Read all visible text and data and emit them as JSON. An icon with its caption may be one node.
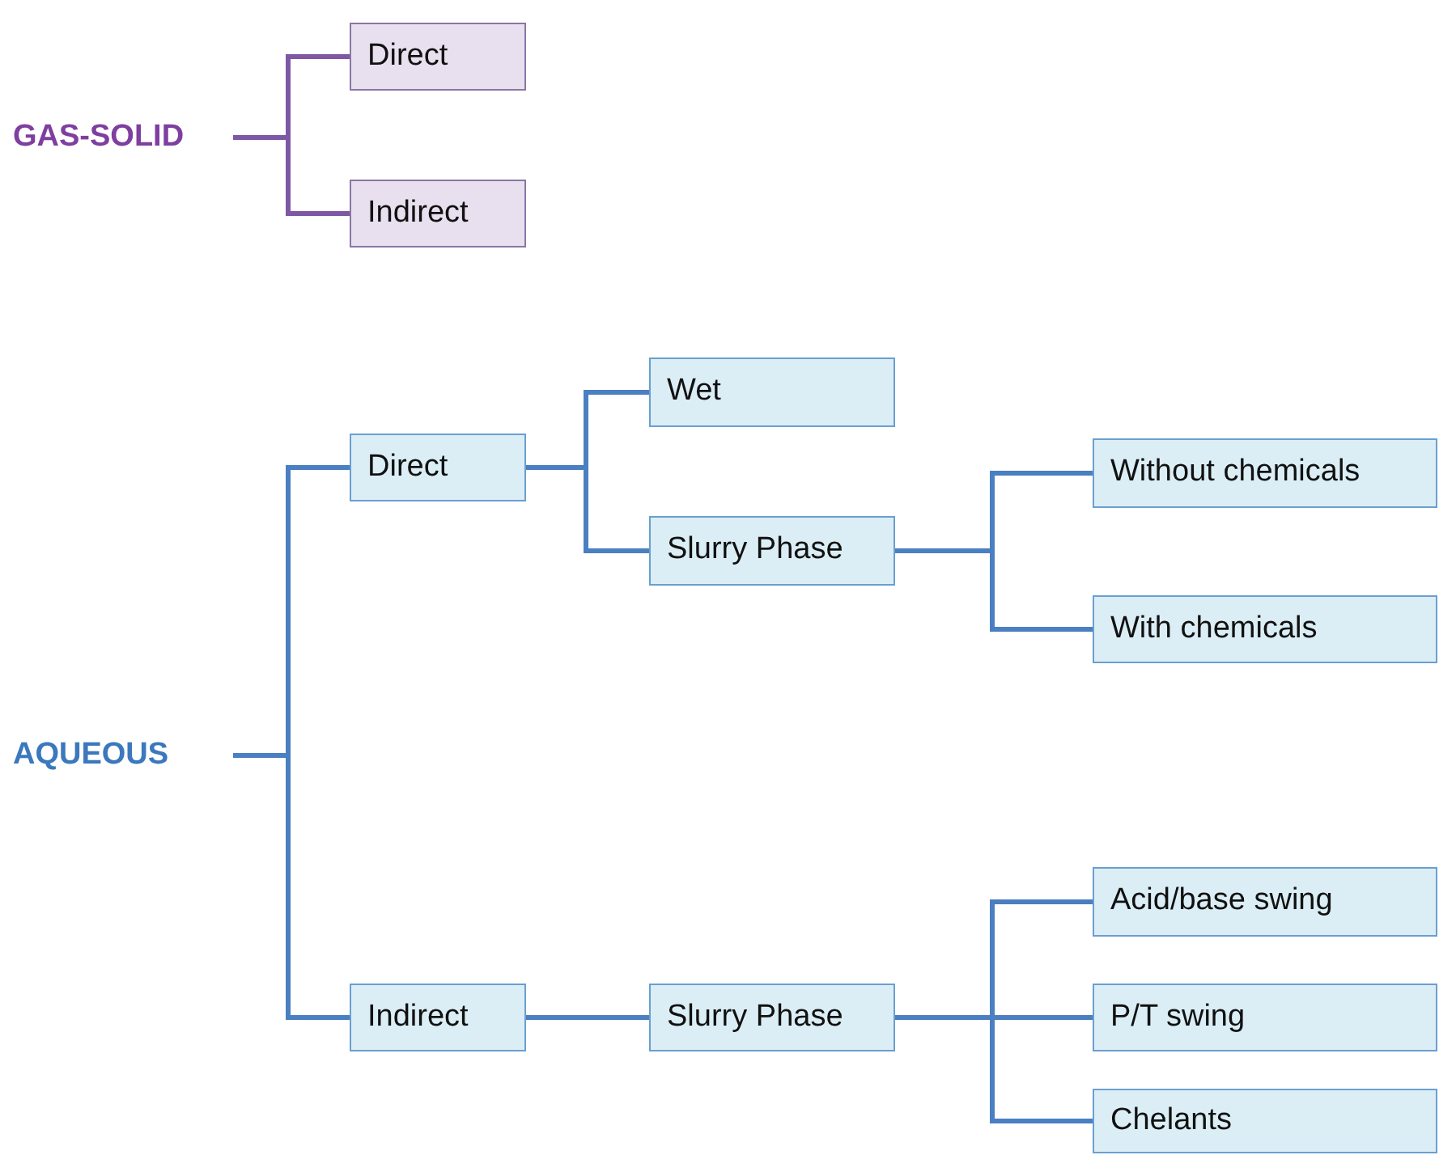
{
  "diagram": {
    "nodes": [
      {
        "text": [
          "GAS-SOLID"
        ]
      },
      {
        "text": [
          "Direct"
        ]
      },
      {
        "text": [
          "Indirect"
        ]
      },
      {
        "text": [
          "AQUEOUS"
        ]
      },
      {
        "text": [
          "Direct"
        ]
      },
      {
        "text": [
          "Wet"
        ]
      },
      {
        "text": [
          "Slurry Phase"
        ]
      },
      {
        "text": [
          "Without chemicals"
        ]
      },
      {
        "text": [
          "With chemicals"
        ]
      },
      {
        "text": [
          "Indirect"
        ]
      },
      {
        "text": [
          "Slurry Phase"
        ]
      },
      {
        "text": [
          "Acid/base swing"
        ]
      },
      {
        "text": [
          "P/T swing"
        ]
      },
      {
        "text": [
          "Chelants"
        ]
      }
    ],
    "edges": [
      {
        "from": 0,
        "to": 1,
        "arrow": "none",
        "color": "#7e57a5"
      },
      {
        "from": 0,
        "to": 2,
        "arrow": "none",
        "color": "#7e57a5"
      },
      {
        "from": 3,
        "to": 4,
        "arrow": "none"
      },
      {
        "from": 3,
        "to": 9,
        "arrow": "none"
      },
      {
        "from": 4,
        "to": 5,
        "arrow": "none"
      },
      {
        "from": 4,
        "to": 6,
        "arrow": "none"
      },
      {
        "from": 6,
        "to": 7,
        "arrow": "none"
      },
      {
        "from": 6,
        "to": 8,
        "arrow": "none"
      },
      {
        "from": 9,
        "to": 10,
        "arrow": "none"
      },
      {
        "from": 10,
        "to": 11,
        "arrow": "none"
      },
      {
        "from": 10,
        "to": 12,
        "arrow": "none"
      },
      {
        "from": 10,
        "to": 13,
        "arrow": "none"
      }
    ]
  }
}
